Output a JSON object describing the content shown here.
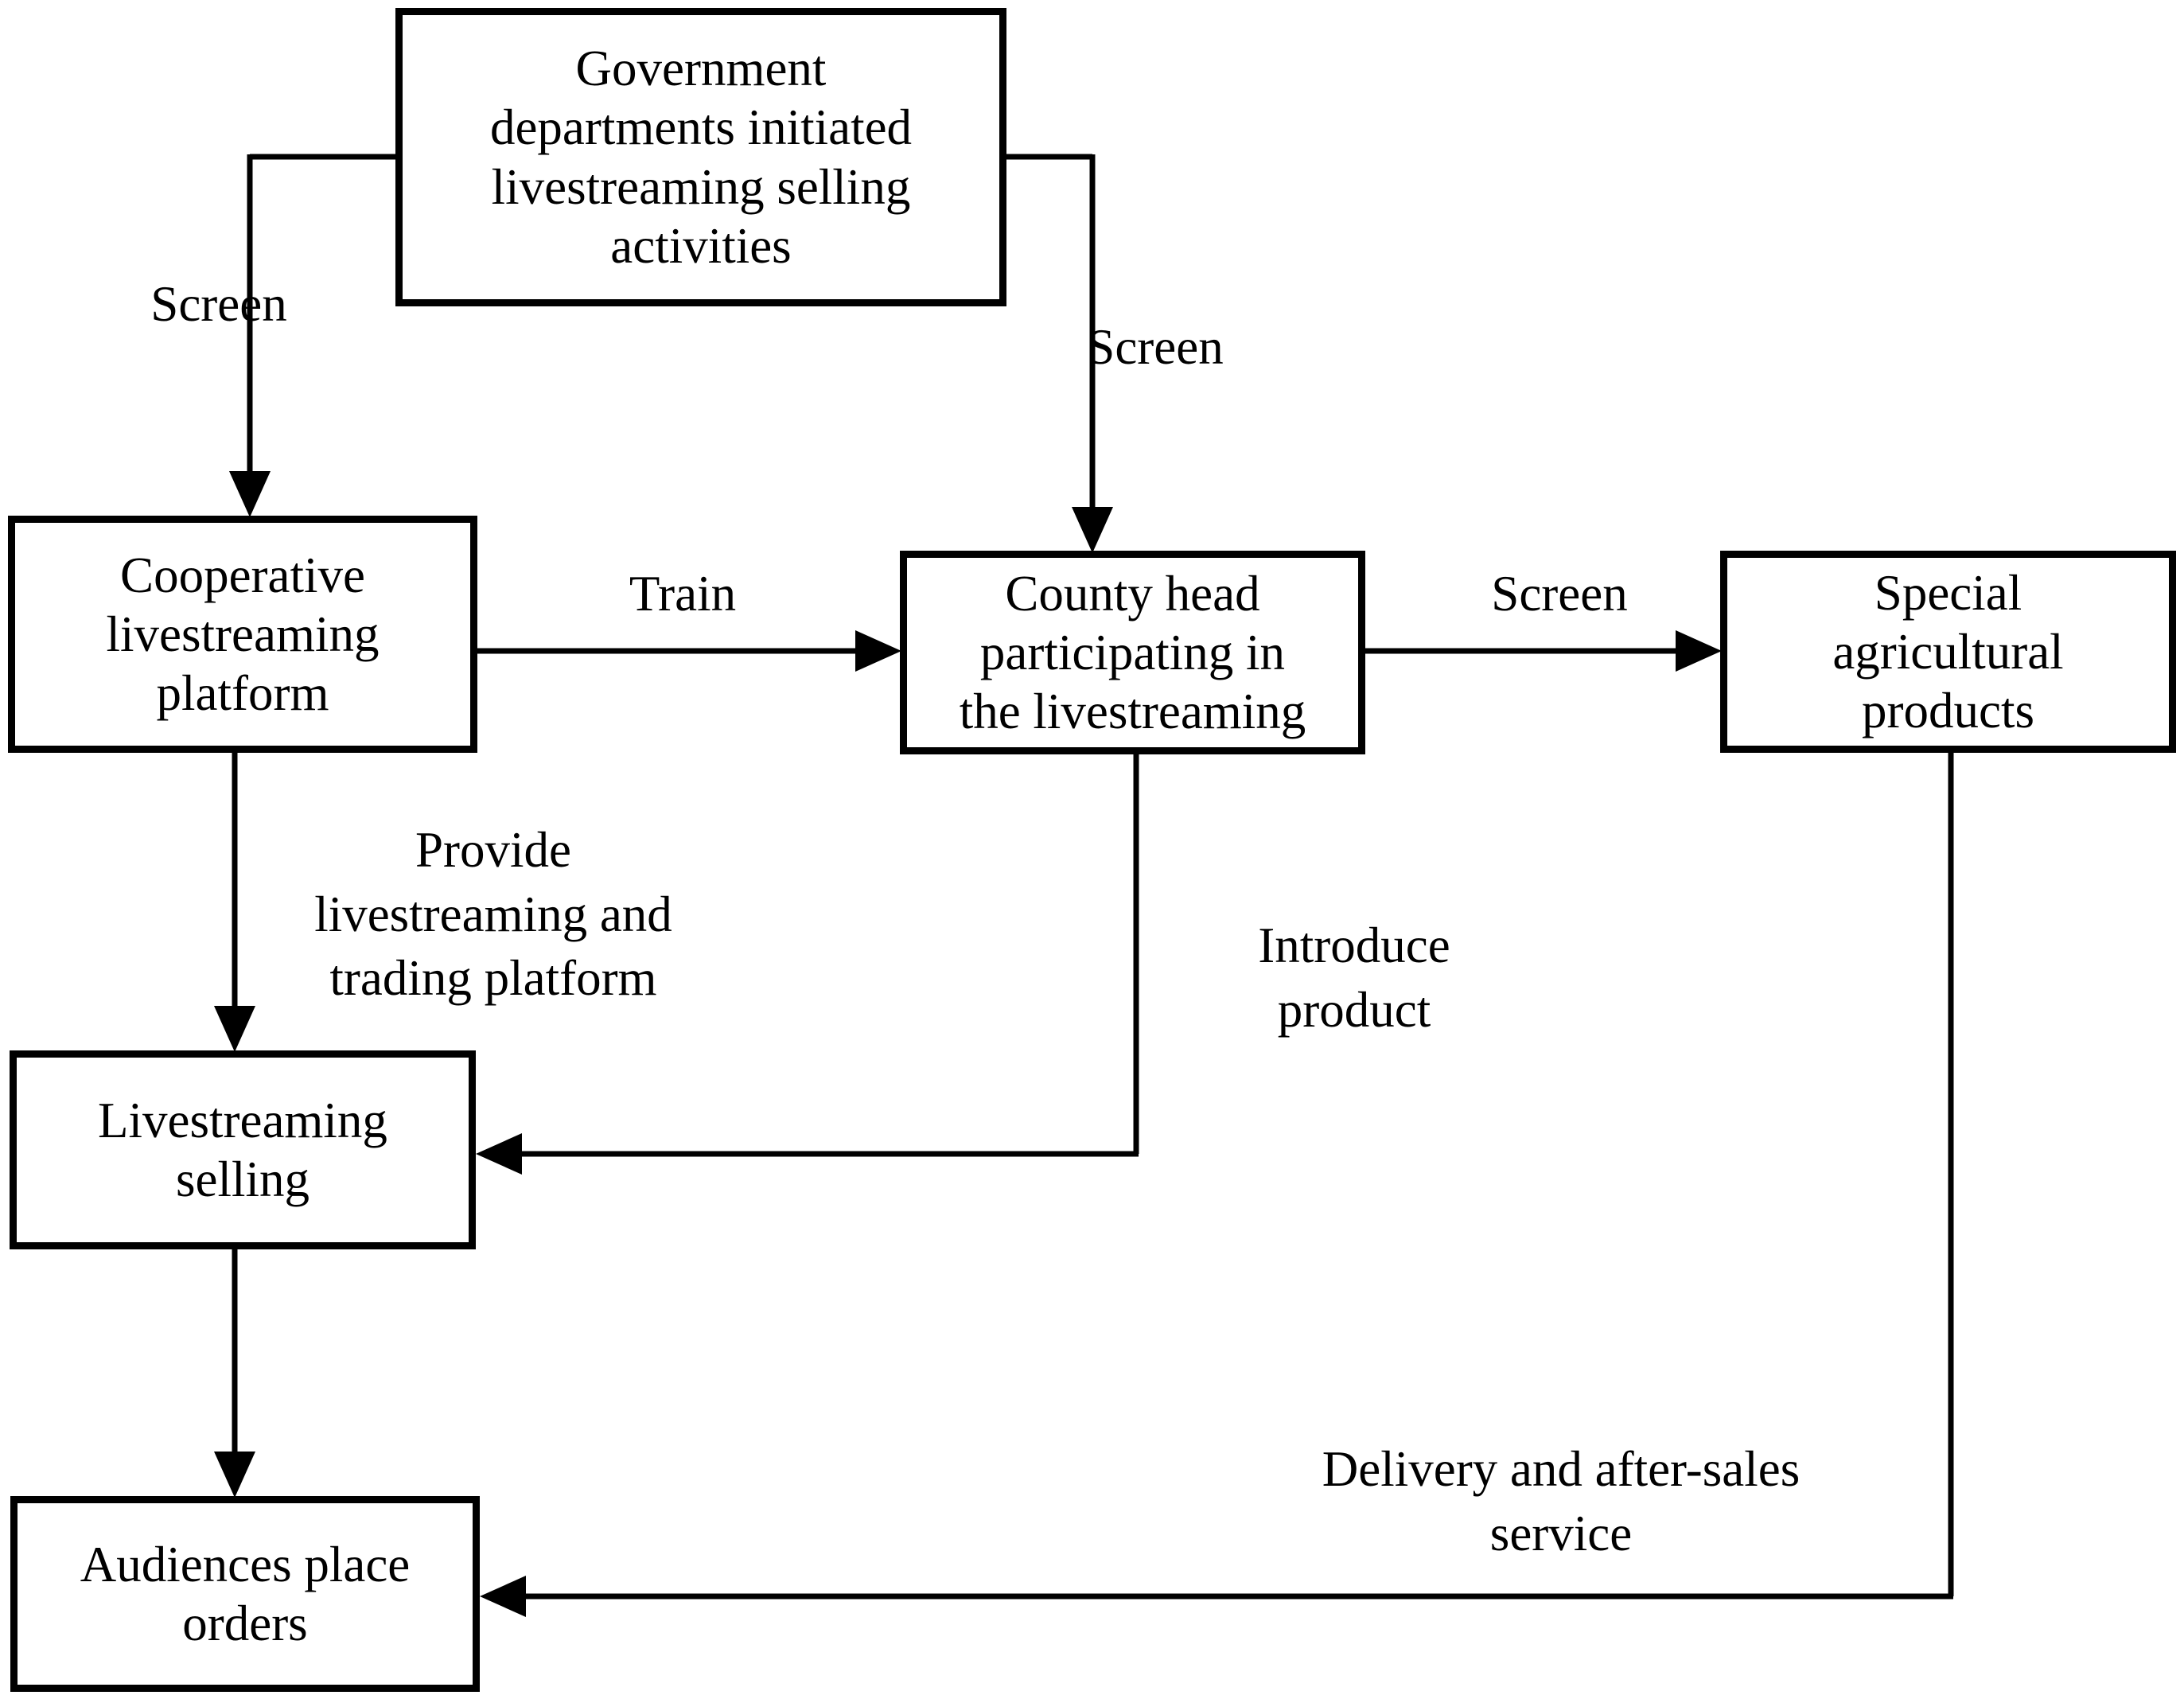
{
  "diagram": {
    "title": "Livestreaming selling flowchart",
    "colors": {
      "background": "#ffffff",
      "line": "#000000",
      "text": "#000000"
    },
    "nodes": {
      "government": "Government\ndepartments initiated\nlivestreaming selling\nactivities",
      "cooperative": "Cooperative\nlivestreaming\nplatform",
      "county": "County head\nparticipating in\nthe livestreaming",
      "special": "Special\nagricultural\nproducts",
      "selling": "Livestreaming\nselling",
      "audiences": "Audiences place\norders"
    },
    "edge_labels": {
      "screen_left": "Screen",
      "screen_right": "Screen",
      "train": "Train",
      "screen_products": "Screen",
      "provide": "Provide\nlivestreaming and\ntrading platform",
      "introduce": "Introduce\nproduct",
      "delivery": "Delivery and after-sales\nservice"
    }
  }
}
